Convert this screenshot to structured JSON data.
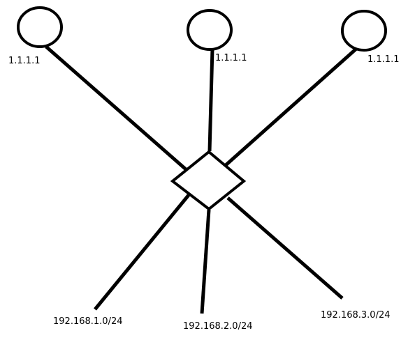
{
  "diagram": {
    "upstream_labels": [
      "1.1.1.1",
      "1.1.1.1",
      "1.1.1.1"
    ],
    "downstream_labels": [
      "192.168.1.0/24",
      "192.168.2.0/24",
      "192.168.3.0/24"
    ],
    "colors": {
      "stroke": "#000000",
      "background": "#ffffff"
    }
  }
}
